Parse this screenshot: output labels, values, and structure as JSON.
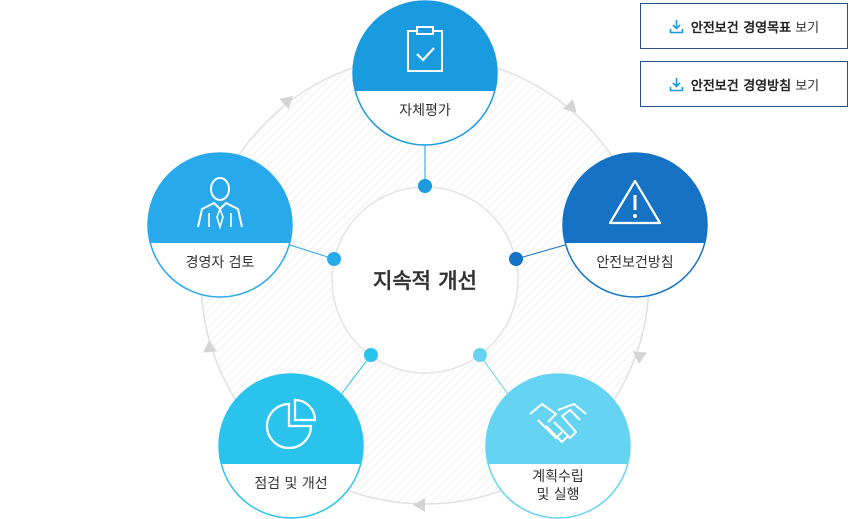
{
  "center": {
    "label": "지속적 개선"
  },
  "nodes": [
    {
      "id": "self-eval",
      "label": [
        "자체평가"
      ],
      "color": "#1a9be0",
      "icon": "clipboard-check-icon"
    },
    {
      "id": "policy",
      "label": [
        "안전보건방침"
      ],
      "color": "#1572c4",
      "icon": "warning-triangle-icon"
    },
    {
      "id": "plan",
      "label": [
        "계획수립",
        "및 실행"
      ],
      "color": "#64d4f2",
      "icon": "handshake-icon"
    },
    {
      "id": "inspect",
      "label": [
        "점검 및 개선"
      ],
      "color": "#2ac3ec",
      "icon": "pie-chart-icon"
    },
    {
      "id": "review",
      "label": [
        "경영자 검토"
      ],
      "color": "#28a9eb",
      "icon": "manager-person-icon"
    }
  ],
  "buttons": [
    {
      "bold": "안전보건 경영목표",
      "rest": " 보기",
      "icon": "download-icon"
    },
    {
      "bold": "안전보건 경영방침",
      "rest": " 보기",
      "icon": "download-icon"
    }
  ],
  "colors": {
    "ring": "#e4e4e4",
    "ring_arrow": "#d2d2d2",
    "button_border": "#2a4f8f",
    "icon_accent": "#1a9be0"
  }
}
